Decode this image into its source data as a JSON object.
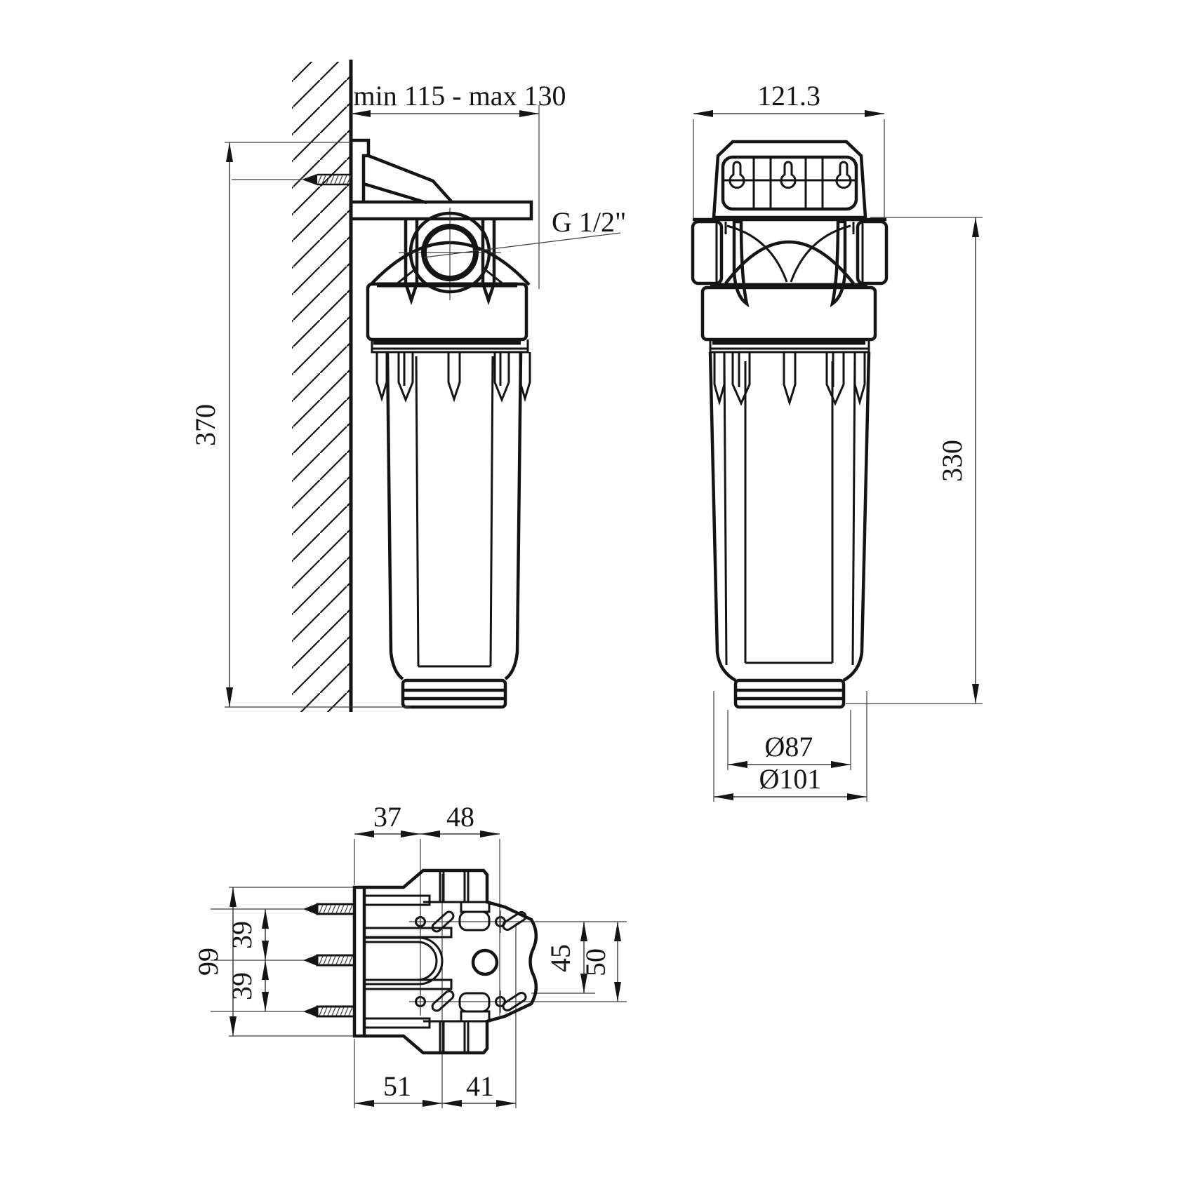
{
  "views": {
    "side": {
      "mount_depth": "min 115 - max 130",
      "total_height": "370",
      "thread": "G 1/2\""
    },
    "front": {
      "head_width": "121.3",
      "housing_height": "330",
      "inner_diameter": "Ø87",
      "outer_diameter": "Ø101"
    },
    "top": {
      "wall_to_axis": "37",
      "axis_to_port": "48",
      "bracket_height": "99",
      "screw_pitch_1": "39",
      "screw_pitch_2": "39",
      "slot_span": "45",
      "hole_span": "50",
      "left_span": "51",
      "right_span": "41"
    }
  }
}
